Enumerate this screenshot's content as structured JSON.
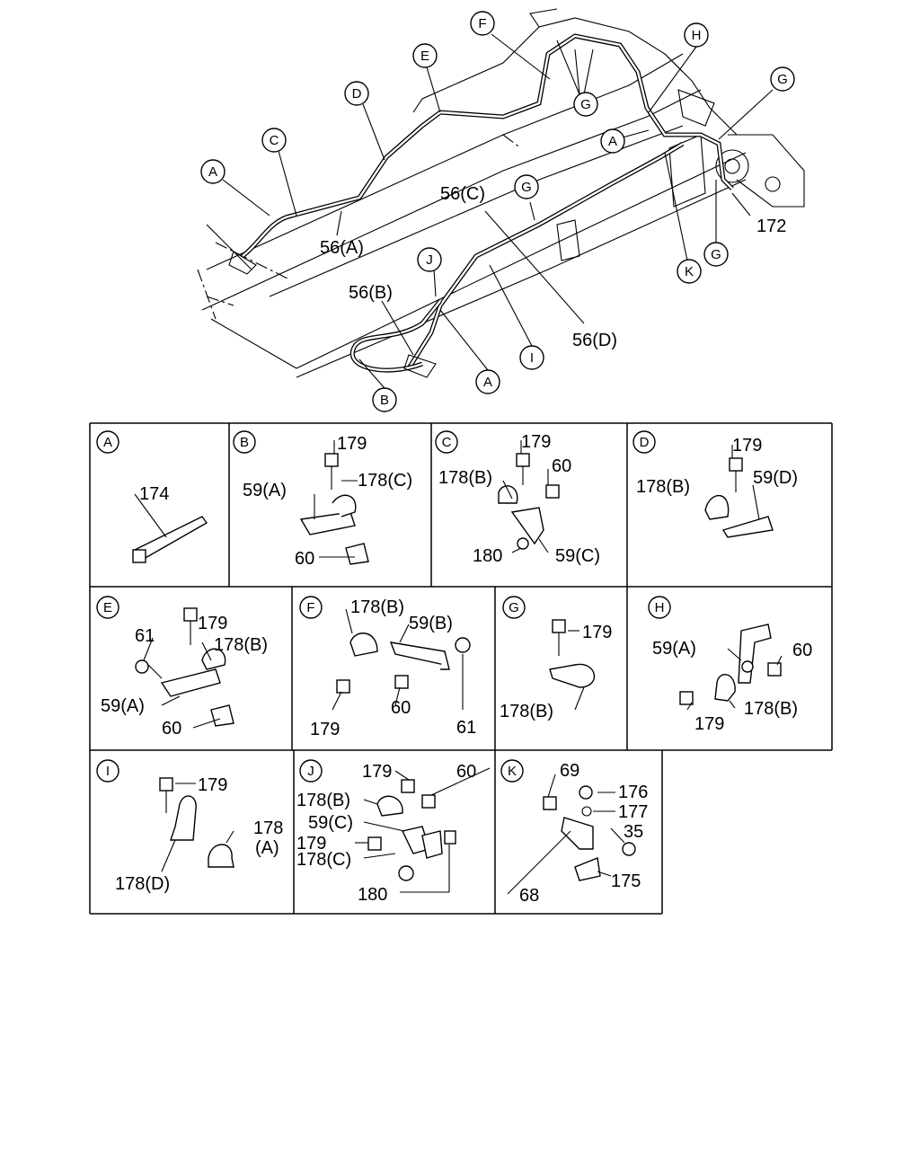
{
  "overview": {
    "callouts": {
      "F": "F",
      "E": "E",
      "D": "D",
      "C": "C",
      "A_left": "A",
      "G_top": "G",
      "H": "H",
      "A_right": "A",
      "G_right_top": "G",
      "G_mid": "G",
      "G_right_bottom": "G",
      "K": "K",
      "J": "J",
      "A_bottom": "A",
      "I": "I",
      "B": "B"
    },
    "labels": {
      "p56A": "56(A)",
      "p56B": "56(B)",
      "p56C": "56(C)",
      "p56D": "56(D)",
      "p172": "172"
    }
  },
  "details": {
    "A": {
      "letter": "A",
      "labels": {
        "l174": "174"
      }
    },
    "B": {
      "letter": "B",
      "labels": {
        "l179": "179",
        "l59A": "59(A)",
        "l178C": "178(C)",
        "l60": "60"
      }
    },
    "C": {
      "letter": "C",
      "labels": {
        "l179": "179",
        "l178B": "178(B)",
        "l60": "60",
        "l180": "180",
        "l59C": "59(C)"
      }
    },
    "D": {
      "letter": "D",
      "labels": {
        "l179": "179",
        "l178B": "178(B)",
        "l59D": "59(D)"
      }
    },
    "E": {
      "letter": "E",
      "labels": {
        "l179": "179",
        "l61": "61",
        "l178B": "178(B)",
        "l59A": "59(A)",
        "l60": "60"
      }
    },
    "F": {
      "letter": "F",
      "labels": {
        "l178B": "178(B)",
        "l59B": "59(B)",
        "l179": "179",
        "l60": "60",
        "l61": "61"
      }
    },
    "G": {
      "letter": "G",
      "labels": {
        "l179": "179",
        "l178B": "178(B)"
      }
    },
    "H": {
      "letter": "H",
      "labels": {
        "l59A": "59(A)",
        "l60": "60",
        "l179": "179",
        "l178B": "178(B)"
      }
    },
    "I": {
      "letter": "I",
      "labels": {
        "l179": "179",
        "l178": "178",
        "lA": "(A)",
        "l178D": "178(D)"
      }
    },
    "J": {
      "letter": "J",
      "labels": {
        "l179a": "179",
        "l60": "60",
        "l178B": "178(B)",
        "l59C": "59(C)",
        "l179b": "179",
        "l178C": "178(C)",
        "l180": "180"
      }
    },
    "K": {
      "letter": "K",
      "labels": {
        "l69": "69",
        "l176": "176",
        "l177": "177",
        "l35": "35",
        "l175": "175",
        "l68": "68"
      }
    }
  }
}
